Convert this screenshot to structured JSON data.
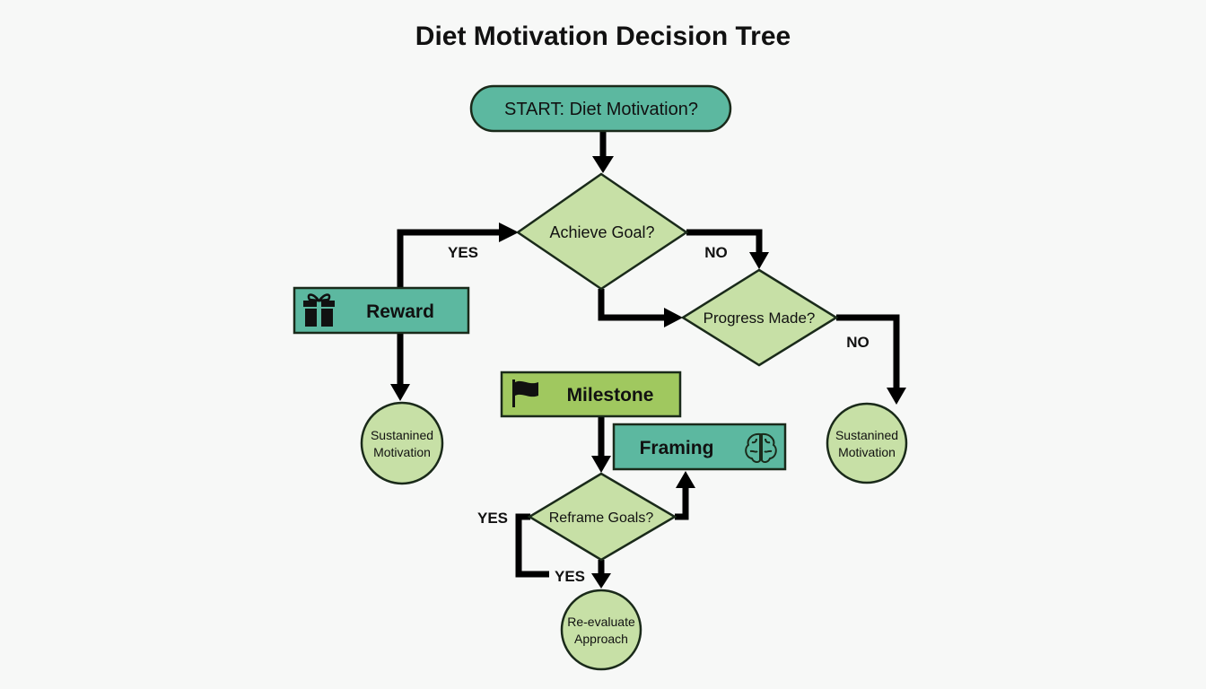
{
  "diagram": {
    "title": "Diet Motivation Decision Tree",
    "colors": {
      "teal": "#5cb8a0",
      "light_green": "#c7e0a6",
      "olive_green": "#a0c85f",
      "stroke": "#1a2a1a"
    },
    "nodes": {
      "start": {
        "label": "START: Diet Motivation?"
      },
      "achieve_goal": {
        "label": "Achieve Goal?"
      },
      "reward": {
        "label": "Reward",
        "icon": "gift-icon"
      },
      "progress_made": {
        "label": "Progress Made?"
      },
      "sustained_left": {
        "line1": "Sustanined",
        "line2": "Motivation"
      },
      "milestone": {
        "label": "Milestone",
        "icon": "flag-icon"
      },
      "framing": {
        "label": "Framing",
        "icon": "brain-icon"
      },
      "reframe_goals": {
        "label": "Reframe Goals?"
      },
      "sustained_right": {
        "line1": "Sustanined",
        "line2": "Motivation"
      },
      "reevaluate": {
        "line1": "Re-evaluate",
        "line2": "Approach"
      }
    },
    "edge_labels": {
      "achieve_yes": "YES",
      "achieve_no": "NO",
      "progress_no": "NO",
      "reframe_yes_left": "YES",
      "reframe_yes_bottom": "YES"
    }
  }
}
